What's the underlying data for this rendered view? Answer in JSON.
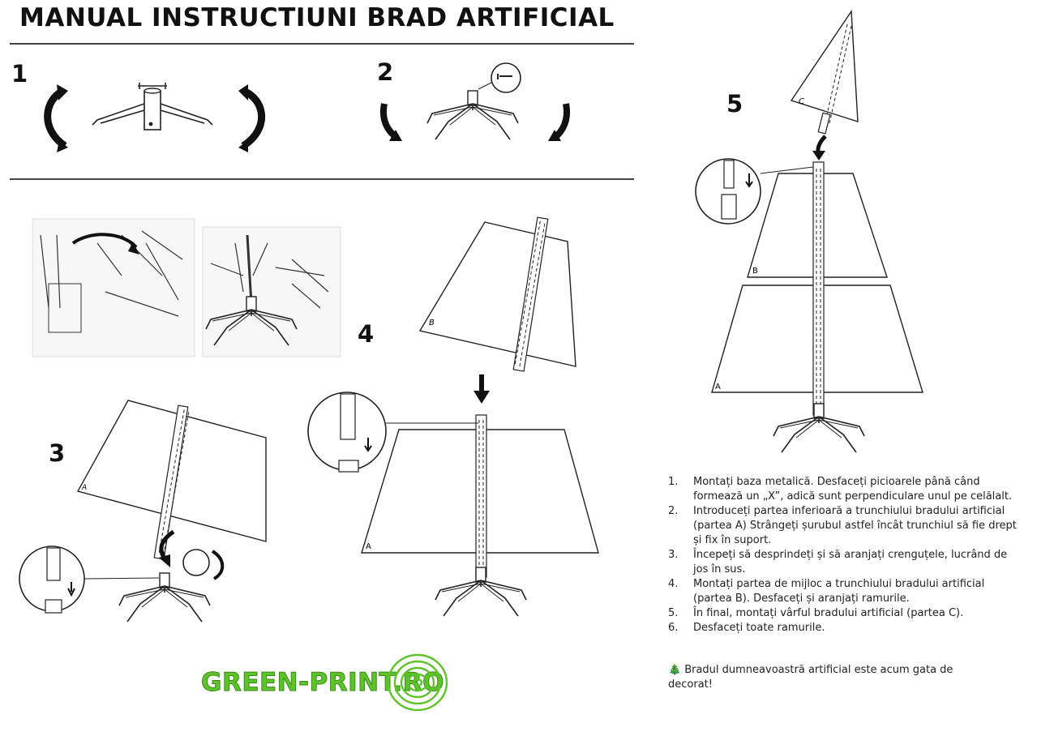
{
  "header": {
    "title": "MANUAL INSTRUCTIUNI BRAD ARTIFICIAL"
  },
  "steps": {
    "s1": "1",
    "s2": "2",
    "s3": "3",
    "s4": "4",
    "s5": "5"
  },
  "section_labels": {
    "a": "A",
    "b": "B",
    "c": "C"
  },
  "instructions": [
    {
      "num": "1.",
      "text": "Montați baza metalică. Desfaceți picioarele până când formează un „X”, adică sunt perpendiculare unul pe celălalt."
    },
    {
      "num": "2.",
      "text": "Introduceți partea inferioară a trunchiului bradului artificial (partea A) Strângeți șurubul astfel încât trunchiul să fie drept și fix în suport."
    },
    {
      "num": "3.",
      "text": " Începeți să desprindeți și să aranjați crenguțele, lucrând de jos în sus."
    },
    {
      "num": "4.",
      "text": "Montați partea de mijloc a trunchiului bradului artificial (partea B). Desfaceți și aranjați ramurile."
    },
    {
      "num": "5.",
      "text": "În final, montați vârful bradului artificial (partea C)."
    },
    {
      "num": "6.",
      "text": "Desfaceți toate ramurile."
    }
  ],
  "note": {
    "icon": "🎄",
    "text": "Bradul dumneavoastră artificial este acum gata de decorat!"
  },
  "logo": {
    "text": "GREEN-PRINT.RO",
    "color": "#5ec22a"
  },
  "colors": {
    "line": "#222222",
    "logo_green": "#5ec22a"
  }
}
